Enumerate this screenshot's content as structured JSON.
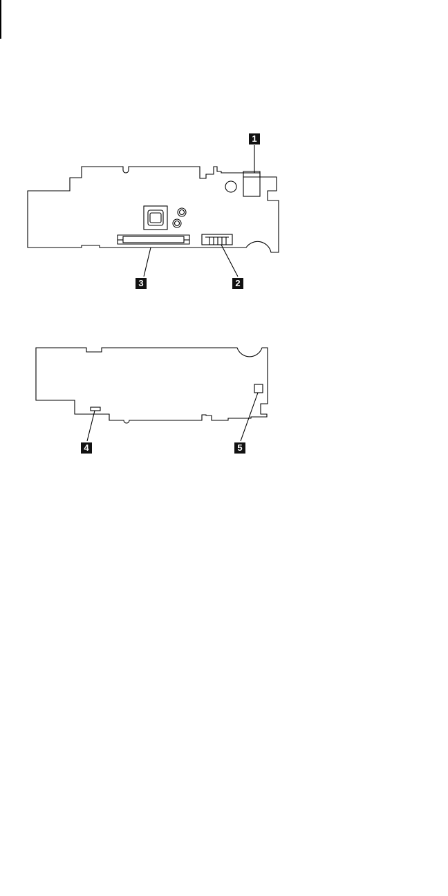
{
  "callouts": {
    "c1": "1",
    "c2": "2",
    "c3": "3",
    "c4": "4",
    "c5": "5"
  },
  "colors": {
    "line": "#000000",
    "label_background": "#111111",
    "label_text": "#ffffff",
    "background": "#ffffff"
  }
}
